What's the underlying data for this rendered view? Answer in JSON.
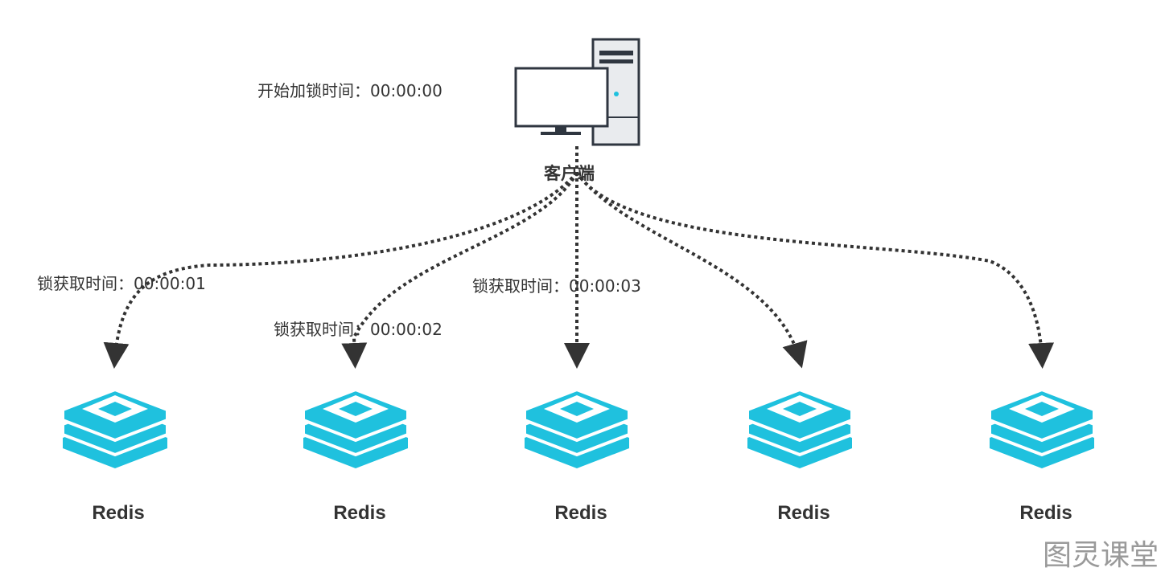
{
  "client": {
    "label": "客户端",
    "start_time_text": "开始加锁时间：00:00:00"
  },
  "nodes": [
    {
      "label": "Redis",
      "acquire_time_text": "锁获取时间：00:00:01"
    },
    {
      "label": "Redis",
      "acquire_time_text": "锁获取时间：00:00:02"
    },
    {
      "label": "Redis",
      "acquire_time_text": "锁获取时间：00:00:03"
    },
    {
      "label": "Redis",
      "acquire_time_text": ""
    },
    {
      "label": "Redis",
      "acquire_time_text": ""
    }
  ],
  "watermark": "图灵课堂",
  "colors": {
    "redis": "#1fc1de",
    "line": "#333333",
    "text": "#333333"
  },
  "icons": {
    "client": "desktop-computer-icon",
    "node": "redis-logo-icon"
  }
}
